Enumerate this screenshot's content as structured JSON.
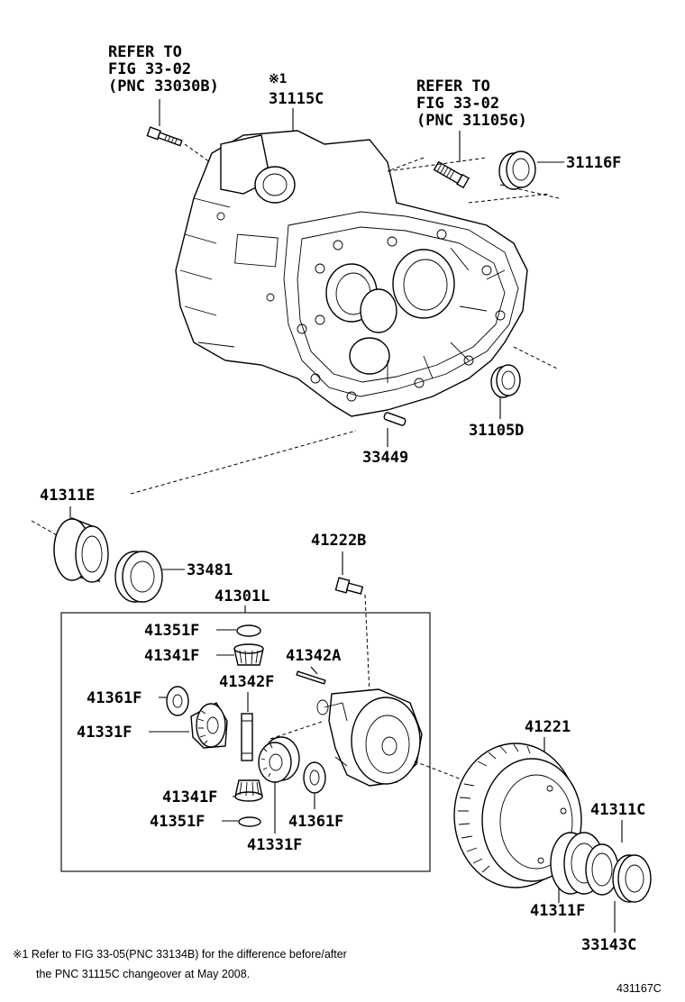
{
  "refs": {
    "left": {
      "line1": "REFER TO",
      "line2": "FIG 33-02",
      "line3": "(PNC 33030B)"
    },
    "right": {
      "line1": "REFER TO",
      "line2": "FIG 33-02",
      "line3": "(PNC 31105G)"
    }
  },
  "mark": "※1",
  "labels": {
    "p31115C": "31115C",
    "p31116F": "31116F",
    "p31105D": "31105D",
    "p33449": "33449",
    "p41311E": "41311E",
    "p33481": "33481",
    "p41222B": "41222B",
    "p41301L": "41301L",
    "p41351F_top": "41351F",
    "p41341F_top": "41341F",
    "p41342A": "41342A",
    "p41342F": "41342F",
    "p41361F_left": "41361F",
    "p41331F_left": "41331F",
    "p41341F_bot": "41341F",
    "p41351F_bot": "41351F",
    "p41331F_bot": "41331F",
    "p41361F_right": "41361F",
    "p41221": "41221",
    "p41311C": "41311C",
    "p41311F": "41311F",
    "p33143C": "33143C"
  },
  "footnote": {
    "line1": "※1 Refer to FIG 33-05(PNC 33134B) for the difference before/after",
    "line2": "the PNC 31115C changeover at May 2008."
  },
  "figure_id": "431167C"
}
